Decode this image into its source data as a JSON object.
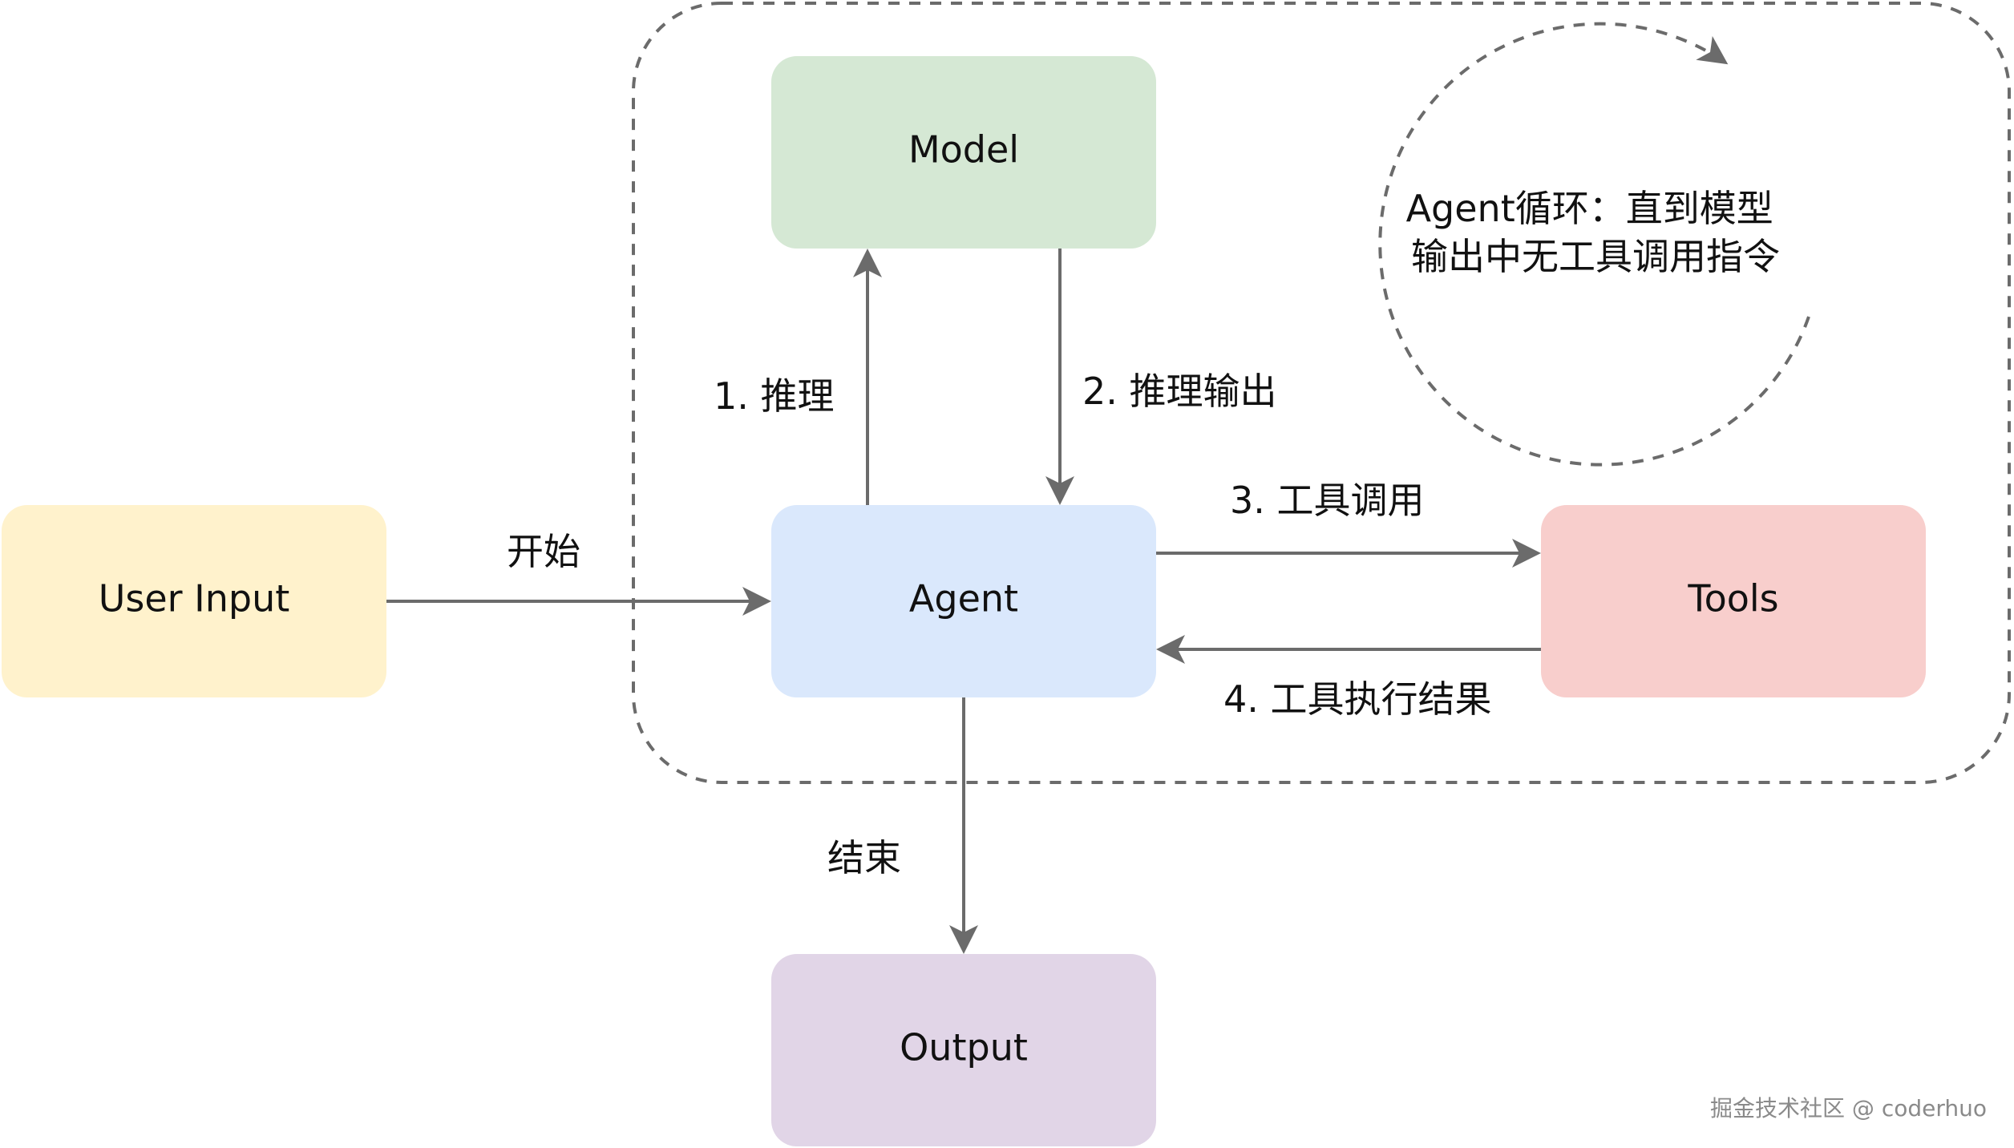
{
  "colors": {
    "user_input_fill": "#fff2cc",
    "model_fill": "#d5e8d4",
    "agent_fill": "#dae8fc",
    "tools_fill": "#f8cecc",
    "output_fill": "#e1d5e7",
    "edge_color": "#6b6b6b"
  },
  "nodes": {
    "user_input": "User Input",
    "model": "Model",
    "agent": "Agent",
    "tools": "Tools",
    "output": "Output"
  },
  "edges": {
    "start": "开始",
    "reasoning": "1. 推理",
    "reasoning_output": "2. 推理输出",
    "tool_call": "3. 工具调用",
    "tool_result": "4. 工具执行结果",
    "end": "结束"
  },
  "loop_note": {
    "line1": "Agent循环：直到模型",
    "line2": "输出中无工具调用指令"
  },
  "watermark": "掘金技术社区 @ coderhuo"
}
